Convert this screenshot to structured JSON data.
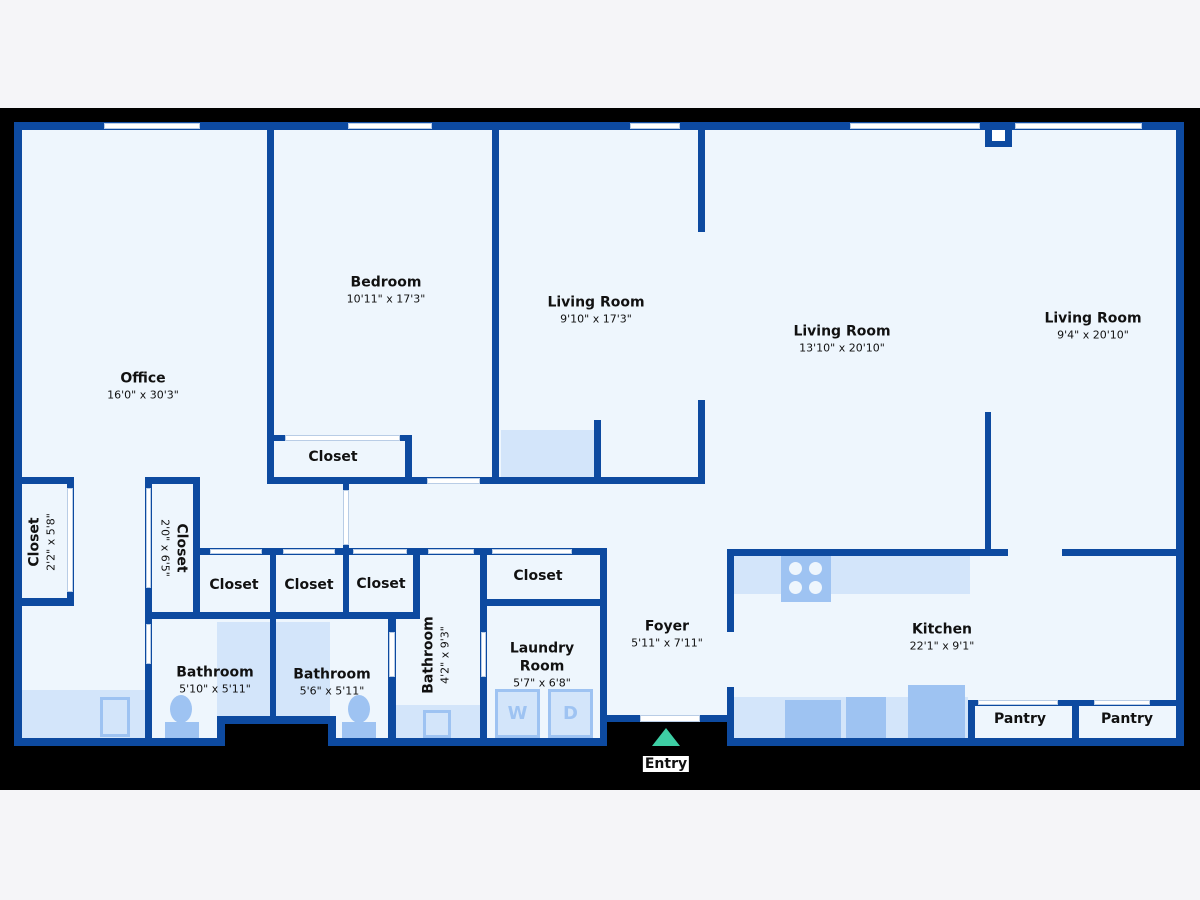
{
  "colors": {
    "wall": "#0d4aa0",
    "floor": "#eef6fd",
    "fixture": "#d3e5fa",
    "entry_arrow": "#3ecfa5"
  },
  "rooms": {
    "office": {
      "name": "Office",
      "dims": "16'0\" x 30'3\""
    },
    "bedroom": {
      "name": "Bedroom",
      "dims": "10'11\" x 17'3\""
    },
    "living1": {
      "name": "Living Room",
      "dims": "9'10\" x 17'3\""
    },
    "living2": {
      "name": "Living Room",
      "dims": "13'10\" x 20'10\""
    },
    "living3": {
      "name": "Living Room",
      "dims": "9'4\" x 20'10\""
    },
    "bedroom_closet": {
      "name": "Closet"
    },
    "office_closet": {
      "name": "Closet",
      "dims": "2'2\" x 5'8\""
    },
    "closet_b": {
      "name": "Closet",
      "dims": "2'0\" x 6'5\""
    },
    "closet_c": {
      "name": "Closet"
    },
    "closet_d": {
      "name": "Closet"
    },
    "closet_e": {
      "name": "Closet"
    },
    "laundry_closet": {
      "name": "Closet"
    },
    "bath1": {
      "name": "Bathroom",
      "dims": "5'10\" x 5'11\""
    },
    "bath2": {
      "name": "Bathroom",
      "dims": "5'6\" x 5'11\""
    },
    "bath3": {
      "name": "Bathroom",
      "dims": "4'2\" x 9'3\""
    },
    "laundry": {
      "name": "Laundry Room",
      "dims": "5'7\" x 6'8\""
    },
    "foyer": {
      "name": "Foyer",
      "dims": "5'11\" x 7'11\""
    },
    "kitchen": {
      "name": "Kitchen",
      "dims": "22'1\" x 9'1\""
    },
    "pantry1": {
      "name": "Pantry"
    },
    "pantry2": {
      "name": "Pantry"
    }
  },
  "appliances": {
    "washer": "W",
    "dryer": "D"
  },
  "entry": {
    "label": "Entry"
  }
}
